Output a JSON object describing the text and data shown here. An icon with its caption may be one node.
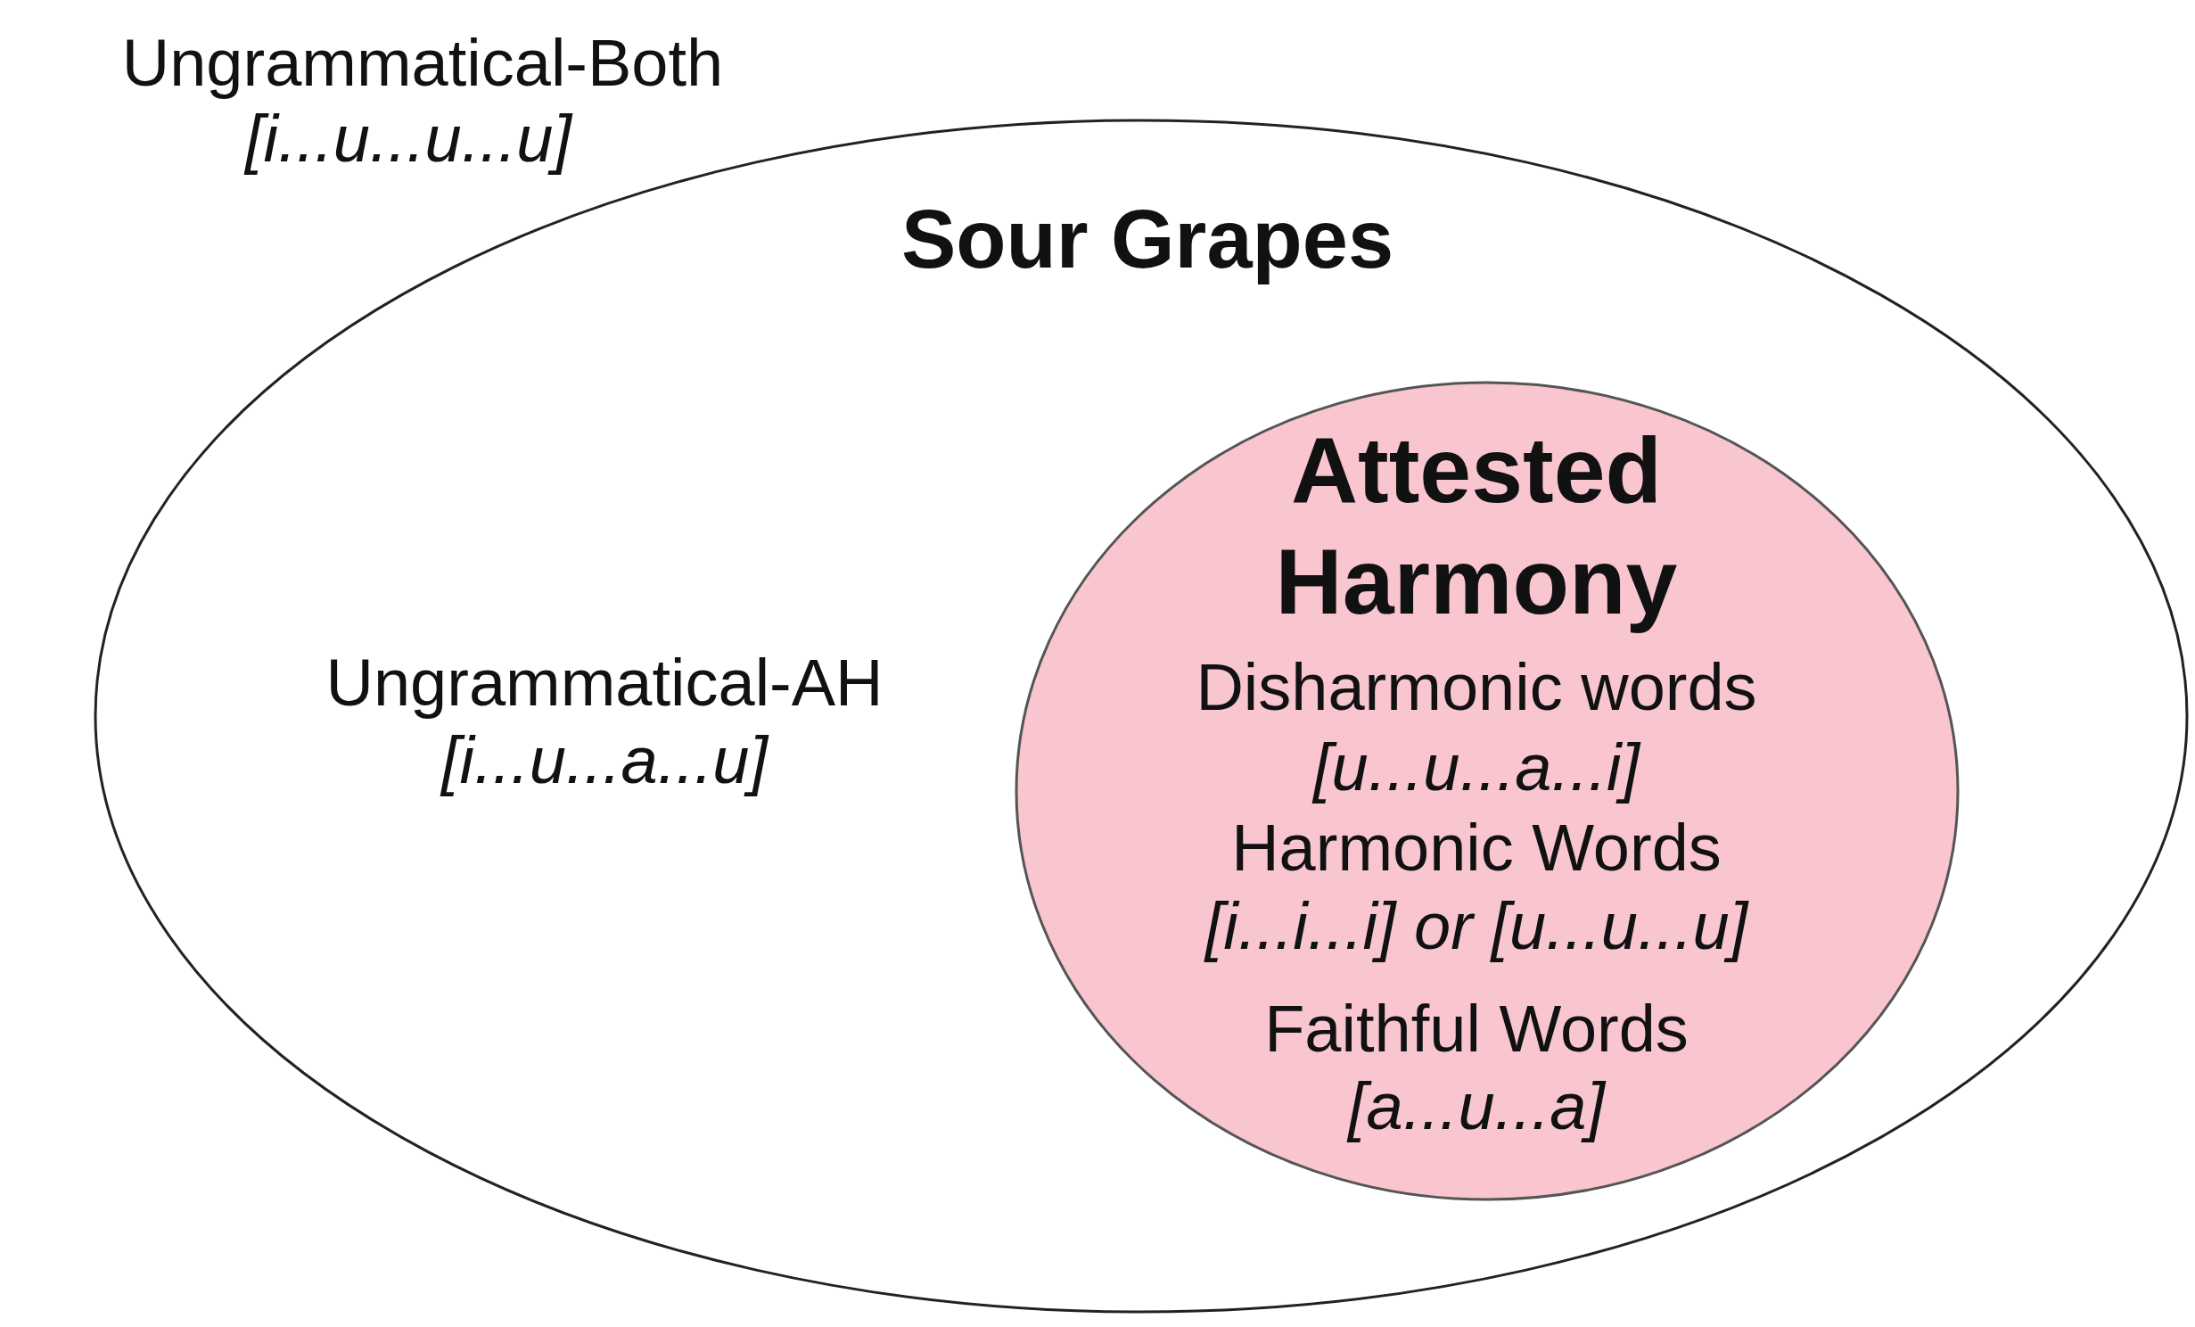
{
  "diagram": {
    "nodes": [
      {
        "text": [
          "Sour Grapes",
          "Ungrammatical-AH",
          "[i...u...a...u]"
        ]
      },
      {
        "text": [
          "Attested Harmony",
          "Disharmonic words",
          "[u...u...a...i]",
          "Harmonic Words",
          "[i...i...i] or [u...u...u]",
          "Faithful Words",
          "[a...u...a]"
        ],
        "in": 0
      }
    ],
    "edges": [],
    "labels": [
      "Ungrammatical-Both",
      "[i...u...u...u]"
    ]
  }
}
